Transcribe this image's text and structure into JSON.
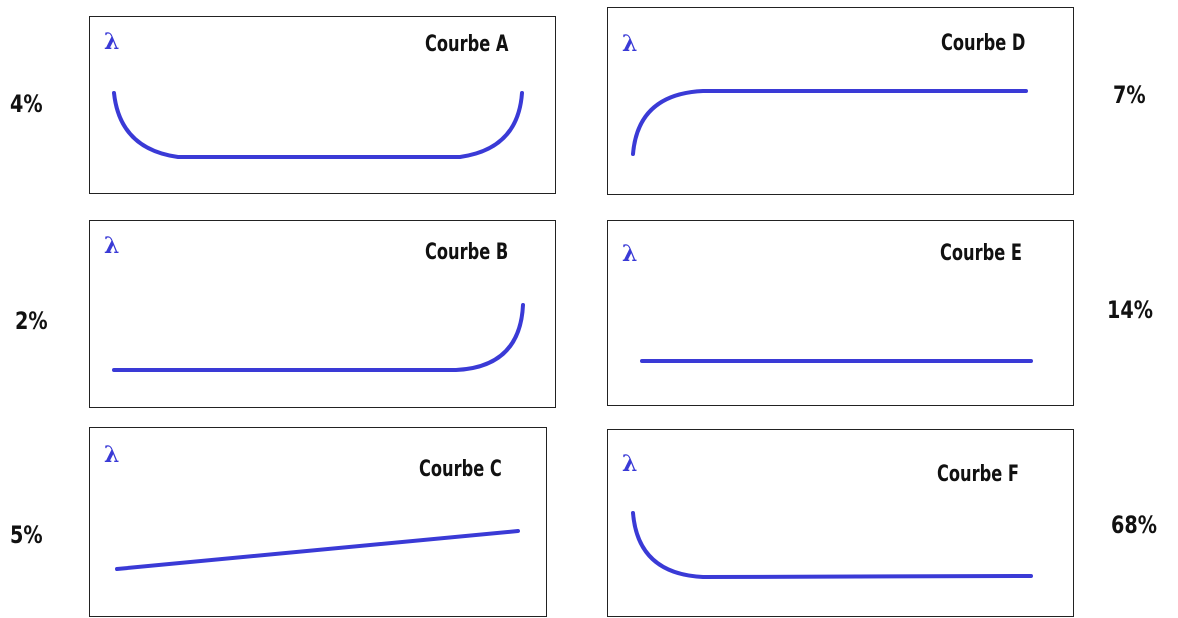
{
  "colors": {
    "curve": "#3a3ad6",
    "lambda": "#3a3ad6",
    "border": "#222222",
    "text": "#111111"
  },
  "symbol": "λ",
  "panels": [
    {
      "id": "A",
      "title": "Courbe A",
      "percent": "4%",
      "shape": "bathtub"
    },
    {
      "id": "B",
      "title": "Courbe B",
      "percent": "2%",
      "shape": "flat-then-rising"
    },
    {
      "id": "C",
      "title": "Courbe C",
      "percent": "5%",
      "shape": "slowly-increasing-line"
    },
    {
      "id": "D",
      "title": "Courbe D",
      "percent": "7%",
      "shape": "rising-then-flat"
    },
    {
      "id": "E",
      "title": "Courbe E",
      "percent": "14%",
      "shape": "constant"
    },
    {
      "id": "F",
      "title": "Courbe F",
      "percent": "68%",
      "shape": "decreasing-then-flat"
    }
  ]
}
